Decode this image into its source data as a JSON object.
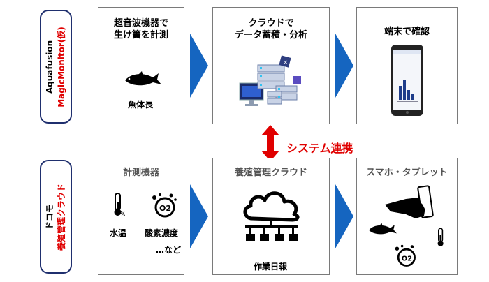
{
  "top_row": {
    "label": {
      "org": "Aquafusion",
      "product": "MagicMonitor(仮)"
    },
    "box1": {
      "title": "超音波機器で\n生け簀を計測",
      "caption": "魚体長"
    },
    "box2": {
      "title": "クラウドで\nデータ蓄積・分析"
    },
    "box3": {
      "title": "端末で確認"
    }
  },
  "link": {
    "label": "システム連携"
  },
  "bottom_row": {
    "label": {
      "org": "ドコモ",
      "product": "養殖管理クラウド"
    },
    "box1": {
      "title": "計測機器",
      "water_temp": "水温",
      "oxygen": "酸素濃度",
      "etc": "…など",
      "o2_text": "O2"
    },
    "box2": {
      "title": "養殖管理クラウド",
      "caption": "作業日報"
    },
    "box3": {
      "title": "スマホ・タブレット",
      "o2_text": "O2"
    }
  },
  "colors": {
    "arrow_blue": "#1565c0",
    "accent_red": "#e00000",
    "label_border": "#1f2f6e"
  }
}
